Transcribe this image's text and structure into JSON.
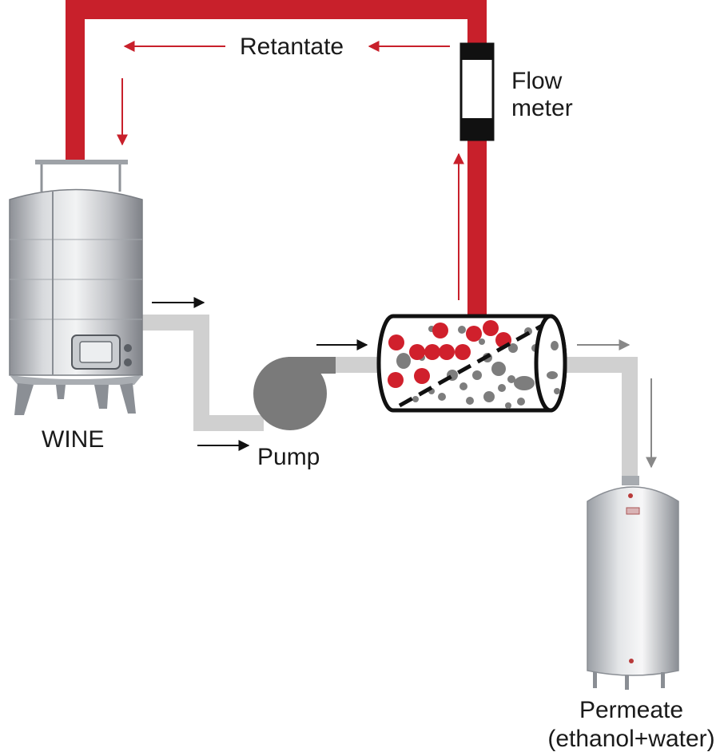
{
  "labels": {
    "retentate": "Retantate",
    "flow_meter_line1": "Flow",
    "flow_meter_line2": "meter",
    "wine": "WINE",
    "pump": "Pump",
    "permeate_line1": "Permeate",
    "permeate_line2": "(ethanol+water)"
  },
  "colors": {
    "retentate_pipe": "#c8202b",
    "feed_pipe": "#d0d0d0",
    "pump": "#7a7a7a",
    "retentate_particle": "#d0202c",
    "permeate_particle": "#7d7d7d",
    "flow_arrow_red": "#c8202b",
    "flow_arrow_black": "#111111",
    "flow_arrow_grey": "#888888"
  }
}
